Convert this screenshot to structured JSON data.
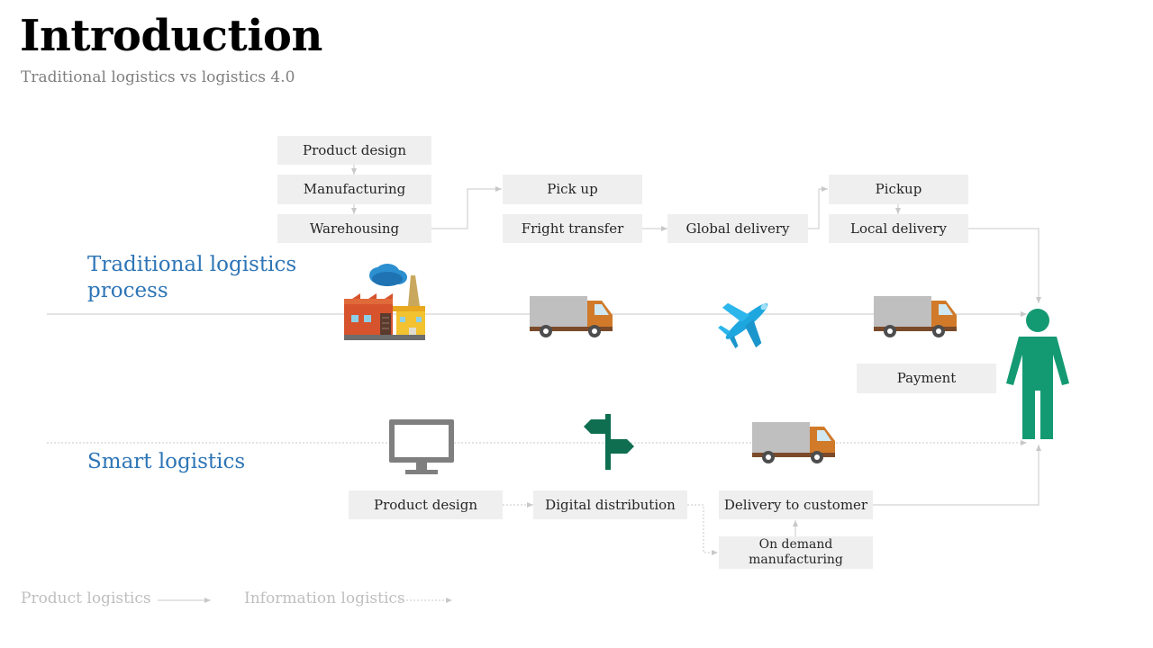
{
  "header": {
    "title": "Introduction",
    "subtitle": "Traditional logistics vs logistics 4.0"
  },
  "traditional": {
    "label_line1": "Traditional logistics",
    "label_line2": "process",
    "steps": {
      "product_design": "Product design",
      "manufacturing": "Manufacturing",
      "warehousing": "Warehousing",
      "pick_up": "Pick up",
      "fright_transfer": "Fright transfer",
      "global_delivery": "Global delivery",
      "pickup": "Pickup",
      "local_delivery": "Local delivery",
      "payment": "Payment"
    }
  },
  "smart": {
    "label": "Smart logistics",
    "steps": {
      "product_design": "Product design",
      "digital_distribution": "Digital distribution",
      "delivery_to_customer": "Delivery to customer",
      "on_demand_manufacturing": "On demand manufacturing"
    }
  },
  "legend": {
    "product_logistics": "Product logistics",
    "information_logistics": "Information logistics"
  },
  "colors": {
    "accent_blue": "#2e75b6",
    "person_green": "#149a72",
    "signpost_green": "#0f6e50",
    "box_fill": "#efefef",
    "connector_gray": "#c8c8c8"
  },
  "icons": [
    "factory-icon",
    "truck-icon",
    "airplane-icon",
    "person-icon",
    "monitor-icon",
    "signpost-icon"
  ]
}
